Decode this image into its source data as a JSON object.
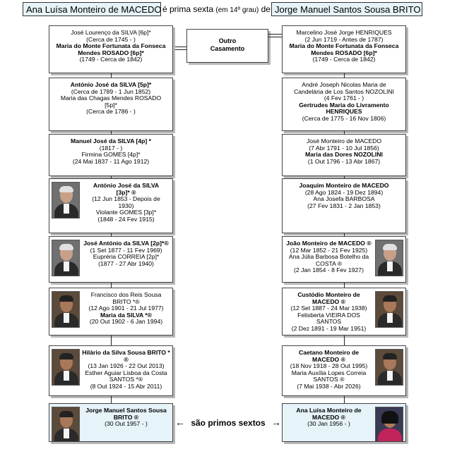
{
  "header": {
    "person_a": "Ana Luísa Monteiro de MACEDO",
    "relation": "é prima sexta",
    "degree": "(em 14º grau)",
    "connector": "de",
    "person_b": "Jorge Manuel Santos Sousa BRITO"
  },
  "outro_casamento": [
    "Outro",
    "Casamento"
  ],
  "relation_label": "são primos sextos",
  "left": [
    {
      "lines": [
        {
          "t": "José Lourenço da SILVA [6p]*",
          "b": false
        },
        {
          "t": "(Cerca de 1745 -            )",
          "b": false
        },
        {
          "t": "Maria do Monte Fortunata da Fonseca",
          "b": true
        },
        {
          "t": "Mendes ROSADO [6p]*",
          "b": true
        },
        {
          "t": "(1749 - Cerca de 1842)",
          "b": false
        }
      ]
    },
    {
      "lines": [
        {
          "t": "António José da SILVA [5p]*",
          "b": true
        },
        {
          "t": "(Cerca de 1789 - 1 Jun 1852)",
          "b": false
        },
        {
          "t": "Maria das Chagas Mendes ROSADO",
          "b": false
        },
        {
          "t": "[5p]*",
          "b": false
        },
        {
          "t": "(Cerca de 1786 -            )",
          "b": false
        }
      ]
    },
    {
      "lines": [
        {
          "t": "Manuel José da SILVA [4p] *",
          "b": true
        },
        {
          "t": "(1817 -            )",
          "b": false
        },
        {
          "t": "Firmina GOMES [4p]*",
          "b": false
        },
        {
          "t": "(24 Mai 1837 - 11 Ago 1912)",
          "b": false
        }
      ]
    },
    {
      "photo": "elderly-man-photo",
      "lines": [
        {
          "t": "António José da SILVA",
          "b": true
        },
        {
          "t": "[3p]* ®",
          "b": true
        },
        {
          "t": "(12 Jun 1853 - Depois de",
          "b": false
        },
        {
          "t": "1930)",
          "b": false
        },
        {
          "t": "Violante GOMES [3p]*",
          "b": false
        },
        {
          "t": "(1848 - 24 Fev 1915)",
          "b": false
        }
      ]
    },
    {
      "photo": "elderly-man-photo",
      "lines": [
        {
          "t": "José António da SILVA [2p]*®",
          "b": true
        },
        {
          "t": "(1 Set 1877 - 11 Fev 1969)",
          "b": false
        },
        {
          "t": "Eupréria CORREIA [2p]*",
          "b": false
        },
        {
          "t": "(1877 - 27 Abr 1940)",
          "b": false
        }
      ]
    },
    {
      "photo": "man-photo",
      "lines": [
        {
          "t": "Francisco dos Reis Sousa",
          "b": false
        },
        {
          "t": "BRITO *®",
          "b": false
        },
        {
          "t": "(12 Ago 1901 - 21 Jul 1977)",
          "b": false
        },
        {
          "t": "Maria da SILVA *®",
          "b": true
        },
        {
          "t": "(20 Out 1902 - 6 Jan 1994)",
          "b": false
        }
      ]
    },
    {
      "photo": "man-photo",
      "lines": [
        {
          "t": "Hilário da Silva Sousa BRITO *",
          "b": true
        },
        {
          "t": "®",
          "b": true
        },
        {
          "t": "(13 Jan 1926 - 22 Out 2013)",
          "b": false
        },
        {
          "t": "Esther Aguiar Lisboa da Costa",
          "b": false
        },
        {
          "t": "SANTOS *®",
          "b": false
        },
        {
          "t": "(8 Out 1924 - 15 Abr 2011)",
          "b": false
        }
      ]
    },
    {
      "photo": "man-photo",
      "lines": [
        {
          "t": "Jorge Manuel Santos Sousa",
          "b": true
        },
        {
          "t": "BRITO ®",
          "b": true
        },
        {
          "t": "(30 Out 1957 -            )",
          "b": false
        }
      ]
    }
  ],
  "right": [
    {
      "lines": [
        {
          "t": "Marcelino José Jorge HENRIQUES",
          "b": false
        },
        {
          "t": "(2 Jun 1719 - Antes de 1787)",
          "b": false
        },
        {
          "t": "Maria do Monte Fortunata da Fonseca",
          "b": true
        },
        {
          "t": "Mendes ROSADO [6p]*",
          "b": true
        },
        {
          "t": "(1749 - Cerca de 1842)",
          "b": false
        }
      ]
    },
    {
      "lines": [
        {
          "t": "André Joseph Nicolas Maria de",
          "b": false
        },
        {
          "t": "Candelária de Los Santos NOZOLINI",
          "b": false
        },
        {
          "t": "(4 Fev 1761 -            )",
          "b": false
        },
        {
          "t": "Gertrudes Maria do Livramento",
          "b": true
        },
        {
          "t": "HENRIQUES",
          "b": true
        },
        {
          "t": "(Cerca de 1775 - 16 Nov 1806)",
          "b": false
        }
      ]
    },
    {
      "lines": [
        {
          "t": "José Monteiro de MACEDO",
          "b": false
        },
        {
          "t": "(7 Abr 1791 - 10 Jul 1856)",
          "b": false
        },
        {
          "t": "Maria das Dores NOZOLINI",
          "b": true
        },
        {
          "t": "(1 Out 1796 - 13 Abr 1867)",
          "b": false
        }
      ]
    },
    {
      "lines": [
        {
          "t": "Joaquim Monteiro de MACEDO",
          "b": true
        },
        {
          "t": "(28 Ago 1824 - 19 Dez 1894)",
          "b": false
        },
        {
          "t": "Ana Josefa BARBOSA",
          "b": false
        },
        {
          "t": "(27 Fev 1831 - 2 Jan 1853)",
          "b": false
        }
      ]
    },
    {
      "photo": "elderly-man-photo",
      "lines": [
        {
          "t": "João Monteiro de MACEDO ®",
          "b": true
        },
        {
          "t": "(12 Mar 1852 - 21 Fev 1925)",
          "b": false
        },
        {
          "t": "Ana Júlia Barbosa Botelho da",
          "b": false
        },
        {
          "t": "COSTA ®",
          "b": false
        },
        {
          "t": "(2 Jan 1854 - 8 Fev 1927)",
          "b": false
        }
      ]
    },
    {
      "photo": "man-photo",
      "lines": [
        {
          "t": "Custódio Monteiro de",
          "b": true
        },
        {
          "t": "MACEDO ®",
          "b": true
        },
        {
          "t": "(12 Set 1887 - 24 Mar 1938)",
          "b": false
        },
        {
          "t": "Felisberta VIEIRA DOS",
          "b": false
        },
        {
          "t": "SANTOS",
          "b": false
        },
        {
          "t": "(2 Dez 1891 - 19 Mar 1951)",
          "b": false
        }
      ]
    },
    {
      "photo": "man-photo",
      "lines": [
        {
          "t": "Caetano Monteiro de",
          "b": true
        },
        {
          "t": "MACEDO ®",
          "b": true
        },
        {
          "t": "(18 Nov 1918 - 28 Out 1995)",
          "b": false
        },
        {
          "t": "Maria Auxília Lopes Correia",
          "b": false
        },
        {
          "t": "SANTOS ®",
          "b": false
        },
        {
          "t": "(7 Mai 1938 - Abr 2026)",
          "b": false
        }
      ]
    },
    {
      "photo": "woman-photo",
      "lines": [
        {
          "t": "Ana Luísa Monteiro de",
          "b": true
        },
        {
          "t": "MACEDO ®",
          "b": true
        },
        {
          "t": "(30 Jan 1956 -            )",
          "b": false
        }
      ]
    }
  ]
}
